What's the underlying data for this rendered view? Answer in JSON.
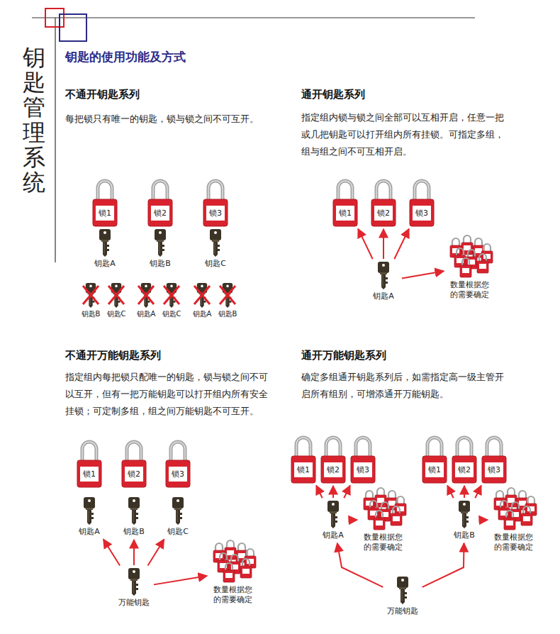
{
  "diagram": {
    "title": "钥匙管理系统",
    "nodes": [
      {
        "text": [
          "锁1"
        ]
      },
      {
        "text": [
          "锁2"
        ]
      },
      {
        "text": [
          "锁3"
        ]
      },
      {
        "text": [
          "钥匙A"
        ]
      },
      {
        "text": [
          "钥匙B"
        ]
      },
      {
        "text": [
          "钥匙C"
        ]
      },
      {
        "text": [
          "钥匙B"
        ]
      },
      {
        "text": [
          "钥匙C"
        ]
      },
      {
        "text": [
          "钥匙A"
        ]
      },
      {
        "text": [
          "钥匙C"
        ]
      },
      {
        "text": [
          "钥匙A"
        ]
      },
      {
        "text": [
          "钥匙B"
        ]
      },
      {
        "text": [
          "锁1"
        ]
      },
      {
        "text": [
          "锁2"
        ]
      },
      {
        "text": [
          "锁3"
        ]
      },
      {
        "text": [
          "钥匙A"
        ]
      },
      {
        "text": [
          "数量根据您的需要确定"
        ]
      },
      {
        "text": [
          "锁1"
        ]
      },
      {
        "text": [
          "锁2"
        ]
      },
      {
        "text": [
          "锁3"
        ]
      },
      {
        "text": [
          "钥匙A"
        ]
      },
      {
        "text": [
          "钥匙B"
        ]
      },
      {
        "text": [
          "钥匙C"
        ]
      },
      {
        "text": [
          "万能钥匙"
        ]
      },
      {
        "text": [
          "数量根据您的需要确定"
        ]
      },
      {
        "text": [
          "锁1"
        ]
      },
      {
        "text": [
          "锁2"
        ]
      },
      {
        "text": [
          "锁3"
        ]
      },
      {
        "text": [
          "钥匙A"
        ]
      },
      {
        "text": [
          "数量根据您的需要确定"
        ]
      },
      {
        "text": [
          "锁1"
        ]
      },
      {
        "text": [
          "锁2"
        ]
      },
      {
        "text": [
          "锁3"
        ]
      },
      {
        "text": [
          "钥匙B"
        ]
      },
      {
        "text": [
          "数量根据您的需要确定"
        ]
      },
      {
        "text": [
          "万能钥匙"
        ]
      }
    ],
    "edges": [
      {
        "from": 15,
        "to": 12,
        "arrow": "to"
      },
      {
        "from": 15,
        "to": 13,
        "arrow": "to"
      },
      {
        "from": 15,
        "to": 14,
        "arrow": "to"
      },
      {
        "from": 15,
        "to": 16,
        "arrow": "to"
      },
      {
        "from": 23,
        "to": 20,
        "arrow": "to"
      },
      {
        "from": 23,
        "to": 21,
        "arrow": "to"
      },
      {
        "from": 23,
        "to": 22,
        "arrow": "to"
      },
      {
        "from": 23,
        "to": 24,
        "arrow": "to"
      },
      {
        "from": 28,
        "to": 25,
        "arrow": "to"
      },
      {
        "from": 28,
        "to": 26,
        "arrow": "to"
      },
      {
        "from": 28,
        "to": 27,
        "arrow": "to"
      },
      {
        "from": 28,
        "to": 29,
        "arrow": "to"
      },
      {
        "from": 33,
        "to": 30,
        "arrow": "to"
      },
      {
        "from": 33,
        "to": 31,
        "arrow": "to"
      },
      {
        "from": 33,
        "to": 32,
        "arrow": "to"
      },
      {
        "from": 33,
        "to": 34,
        "arrow": "to"
      },
      {
        "from": 35,
        "to": 28,
        "arrow": "to"
      },
      {
        "from": 35,
        "to": 33,
        "arrow": "to"
      }
    ],
    "labels": [
      "钥匙的使用功能及方式",
      "不通开钥匙系列",
      "每把锁只有唯一的钥匙，锁与锁之间不可互开。",
      "通开钥匙系列",
      "指定组内锁与锁之间全部可以互相开启，任意一把或几把钥匙可以打开组内所有挂锁。可指定多组，组与组之间不可互相开启。",
      "不通开万能钥匙系列",
      "指定组内每把锁只配唯一的钥匙，锁与锁之间不可以互开，但有一把万能钥匙可以打开组内所有安全挂锁；可定制多组，组之间万能钥匙不可互开。",
      "通开万能钥匙系列",
      "确定多组通开钥匙系列后，如需指定高一级主管开启所有组别，可增添通开万能钥匙。"
    ]
  }
}
